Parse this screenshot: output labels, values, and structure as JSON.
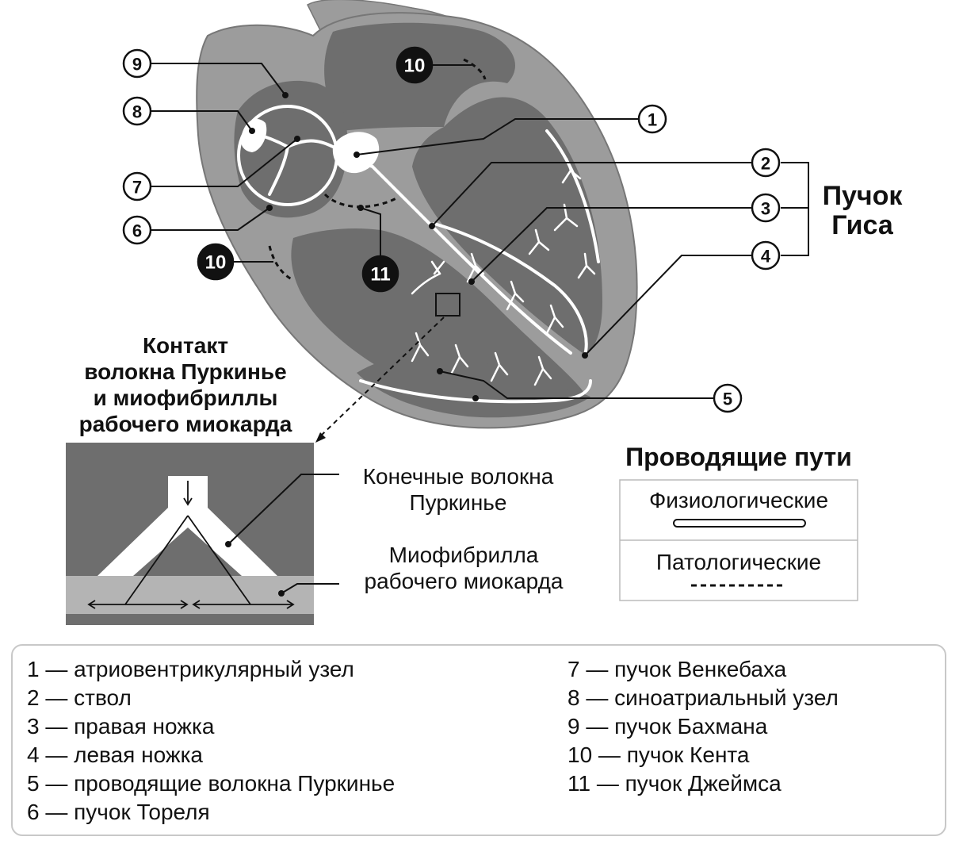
{
  "callouts": [
    "1",
    "2",
    "3",
    "4",
    "5",
    "6",
    "7",
    "8",
    "9",
    "10",
    "10",
    "11"
  ],
  "his_bundle_label": [
    "Пучок",
    "Гиса"
  ],
  "contact_title": [
    "Контакт",
    "волокна Пуркинье",
    "и миофибриллы",
    "рабочего миокарда"
  ],
  "inset_labels": {
    "terminal_fibers": [
      "Конечные волокна",
      "Пуркинье"
    ],
    "myofibril": [
      "Миофибрилла",
      "рабочего миокарда"
    ]
  },
  "pathways": {
    "title": "Проводящие пути",
    "physiological": "Физиологические",
    "pathological": "Патологические"
  },
  "legend": {
    "left": [
      "1 — атриовентрикулярный узел",
      "2 — ствол",
      "3 — правая ножка",
      "4 — левая ножка",
      "5 — проводящие волокна Пуркинье",
      "6 — пучок Тореля"
    ],
    "right": [
      "7 — пучок Венкебаха",
      "8 — синоатриальный узел",
      "9 — пучок Бахмана",
      "10 — пучок Кента",
      "11 — пучок Джеймса"
    ]
  },
  "colors": {
    "heart_outer": "#9c9c9c",
    "chamber": "#6e6e6e",
    "fiber": "#ffffff",
    "ink": "#111111"
  }
}
